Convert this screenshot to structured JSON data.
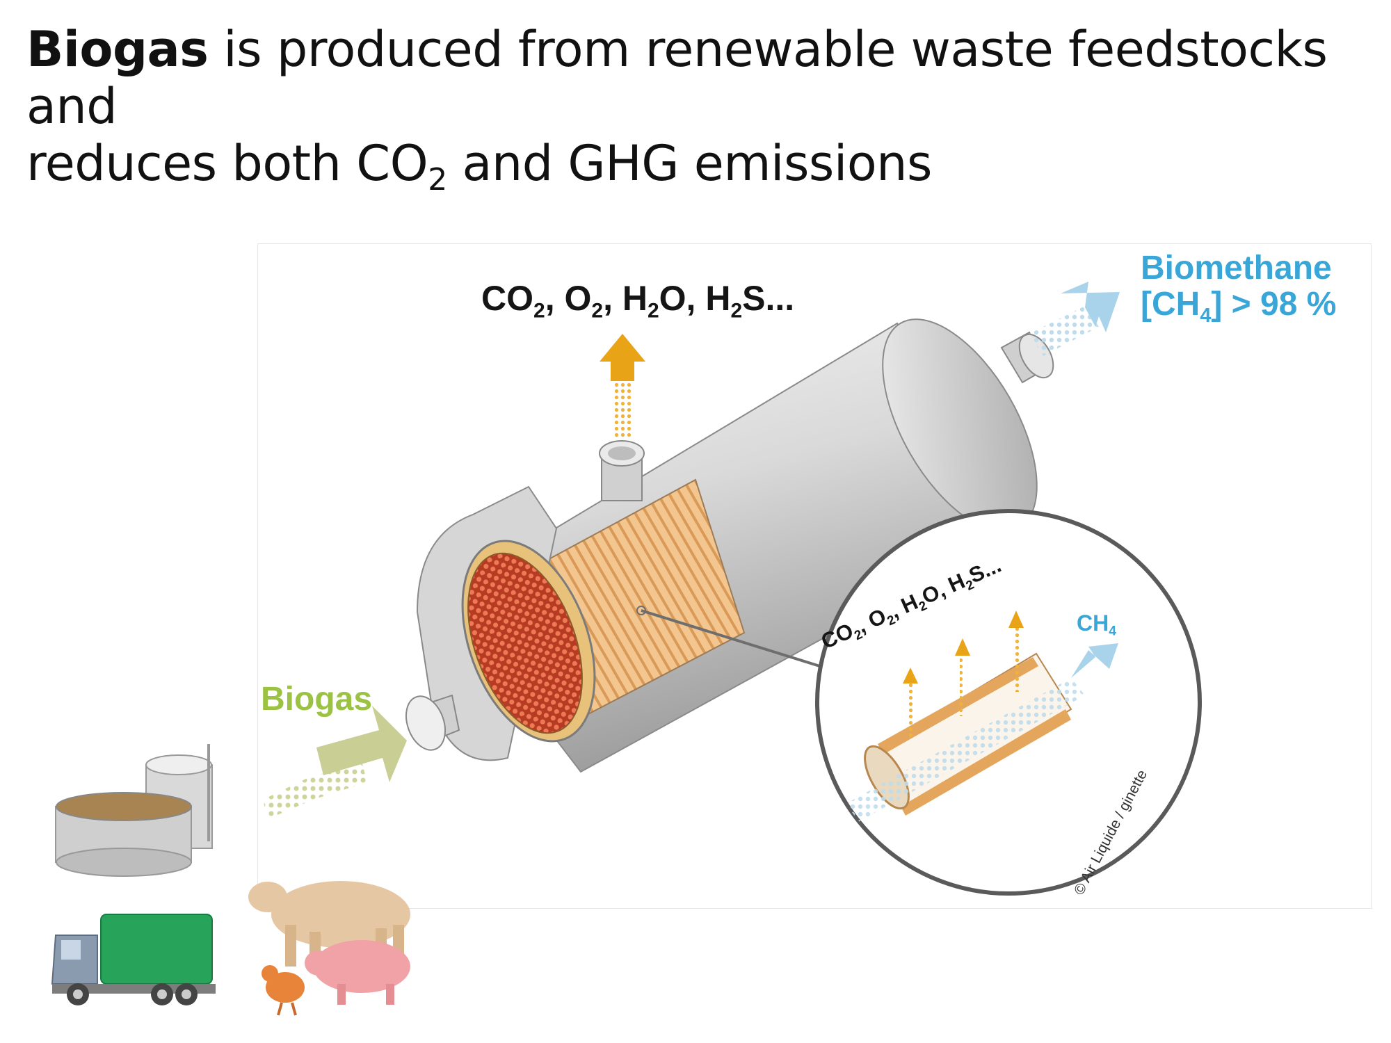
{
  "heading": {
    "bold": "Biogas",
    "line1_rest": " is produced from renewable waste feedstocks and",
    "line2_a": "reduces both CO",
    "line2_sub": "2",
    "line2_b": " and GHG emissions"
  },
  "diagram": {
    "exhaust_gases": [
      "CO2",
      "O2",
      "H2O",
      "H2S..."
    ],
    "product_title": "Biomethane",
    "product_spec": "[CH4] > 98 %",
    "input_label": "Biogas",
    "zoom_gases": [
      "CO2",
      "O2",
      "H2O",
      "H2S..."
    ],
    "zoom_product": "CH4",
    "credit": "© Air Liquide / ginette"
  },
  "colors": {
    "arrow_orange": "#e8a317",
    "arrow_blue": "#a9d3ea",
    "arrow_green": "#c9cf94",
    "label_blue": "#3aa6d8",
    "label_green": "#9cc243",
    "fiber_tan": "#f1c08a",
    "core_red": "#d9573a"
  },
  "icons": [
    "biogas-digester-icon",
    "garbage-truck-icon",
    "cow-icon",
    "pig-icon",
    "chicken-icon"
  ]
}
